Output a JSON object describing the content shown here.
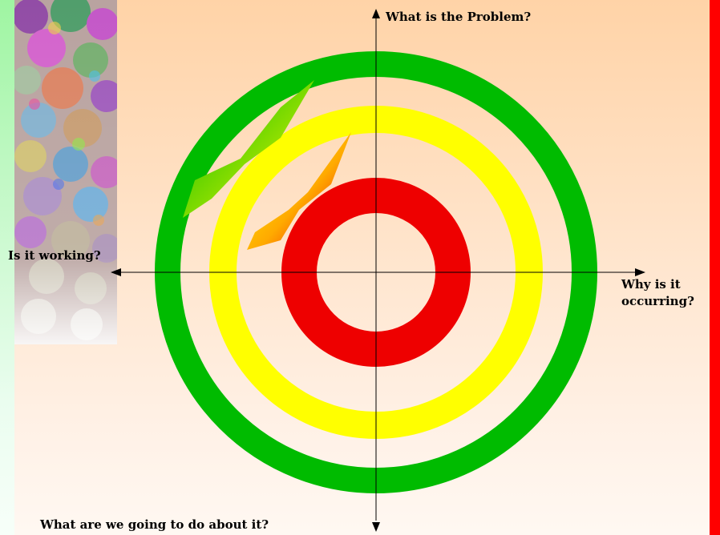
{
  "diagram": {
    "axis_labels": {
      "top": "What is the Problem?",
      "left": "Is it working?",
      "right": "Why is it occurring?",
      "bottom": "What are we going to do about it?"
    },
    "rings": [
      {
        "name": "outer",
        "color": "#00bb00"
      },
      {
        "name": "middle",
        "color": "#ffff00"
      },
      {
        "name": "inner",
        "color": "#ee0000"
      }
    ]
  },
  "colors": {
    "background_top": "#ffd3a7",
    "background_bottom": "#fff8f2",
    "left_stripe": "#9ff5a2",
    "right_bar": "#ff0000",
    "axis": "#000000"
  }
}
